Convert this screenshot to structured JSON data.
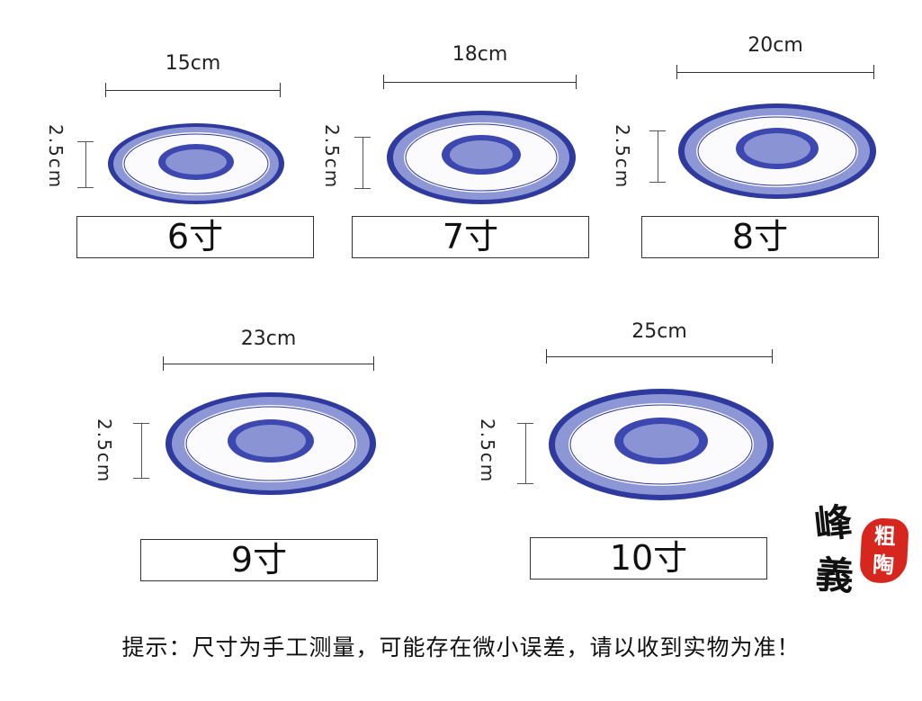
{
  "products": [
    {
      "width_label": "15cm",
      "height_label": "2.5cm",
      "size_label": "6寸"
    },
    {
      "width_label": "18cm",
      "height_label": "2.5cm",
      "size_label": "7寸"
    },
    {
      "width_label": "20cm",
      "height_label": "2.5cm",
      "size_label": "8寸"
    },
    {
      "width_label": "23cm",
      "height_label": "2.5cm",
      "size_label": "9寸"
    },
    {
      "width_label": "25cm",
      "height_label": "2.5cm",
      "size_label": "10寸"
    }
  ],
  "notice": "提示：尺寸为手工测量，可能存在微小误差，请以收到实物为准！",
  "logo": {
    "char1": "峰",
    "char2": "義",
    "seal_top": "粗",
    "seal_bottom": "陶"
  },
  "colors": {
    "plate_blue": "#2e3a9e",
    "plate_white": "#fbfbfd",
    "seal_red": "#d7261e"
  }
}
